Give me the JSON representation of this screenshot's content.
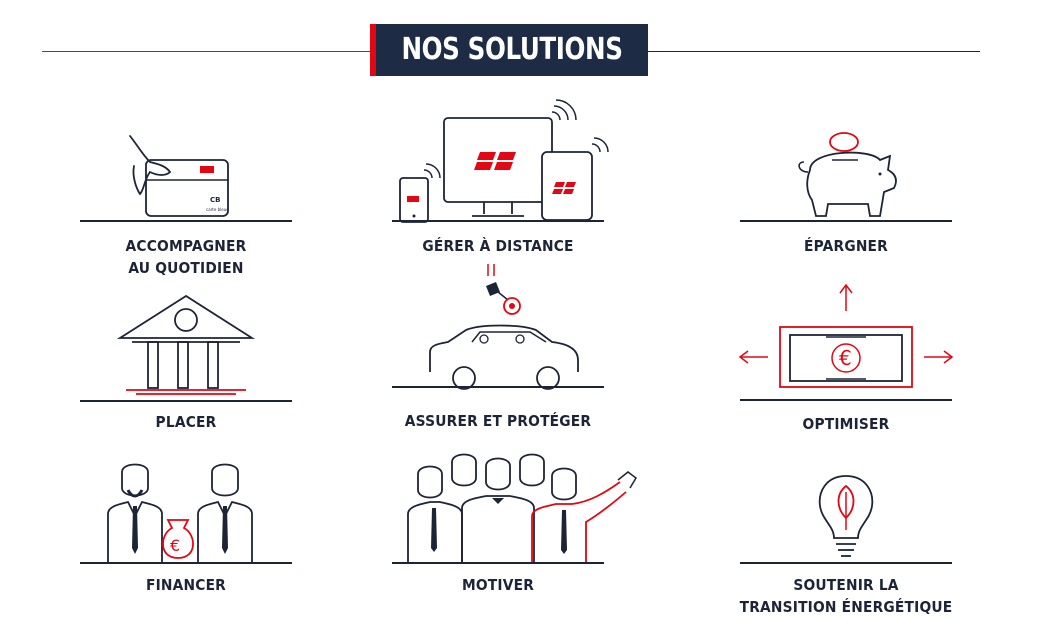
{
  "title": "NOS SOLUTIONS",
  "colors": {
    "accent": "#e30613",
    "navy": "#1d2b45",
    "ink": "#1d2436"
  },
  "items": [
    {
      "icon": "card-hand-icon",
      "lines": [
        "ACCOMPAGNER",
        "AU QUOTIDIEN"
      ],
      "card_text": "carte bleue"
    },
    {
      "icon": "devices-icon",
      "lines": [
        "GÉRER À DISTANCE"
      ]
    },
    {
      "icon": "piggy-bank-icon",
      "lines": [
        "ÉPARGNER"
      ]
    },
    {
      "icon": "bank-building-icon",
      "lines": [
        "PLACER"
      ]
    },
    {
      "icon": "car-icon",
      "lines": [
        "ASSURER ET PROTÉGER"
      ]
    },
    {
      "icon": "banknote-arrows-icon",
      "lines": [
        "OPTIMISER"
      ]
    },
    {
      "icon": "handshake-people-icon",
      "lines": [
        "FINANCER"
      ]
    },
    {
      "icon": "team-icon",
      "lines": [
        "MOTIVER"
      ]
    },
    {
      "icon": "lightbulb-leaf-icon",
      "lines": [
        "SOUTENIR LA",
        "TRANSITION ÉNERGÉTIQUE"
      ]
    }
  ]
}
